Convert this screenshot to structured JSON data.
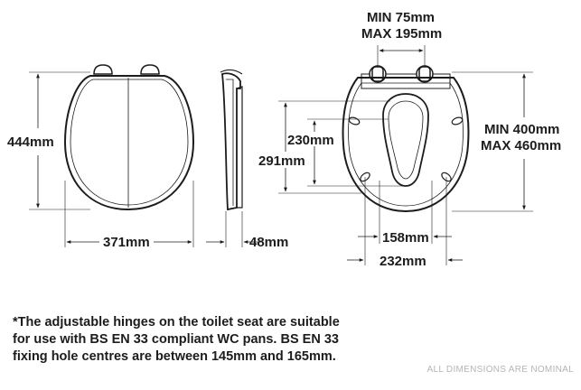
{
  "dimensions": {
    "hinge_min": "MIN 75mm",
    "hinge_max": "MAX 195mm",
    "length": "444mm",
    "width": "371mm",
    "depth": "48mm",
    "inner_230": "230mm",
    "inner_291": "291mm",
    "pan_min": "MIN 400mm",
    "pan_max": "MAX 460mm",
    "inner_158": "158mm",
    "outer_232": "232mm"
  },
  "note": {
    "line1": "*The adjustable hinges on the toilet seat are suitable",
    "line2": "for use with BS EN 33 compliant WC pans. BS EN 33",
    "line3": "fixing hole centres are between 145mm and 165mm."
  },
  "footer": {
    "nominal": "ALL DIMENSIONS ARE NOMINAL"
  }
}
